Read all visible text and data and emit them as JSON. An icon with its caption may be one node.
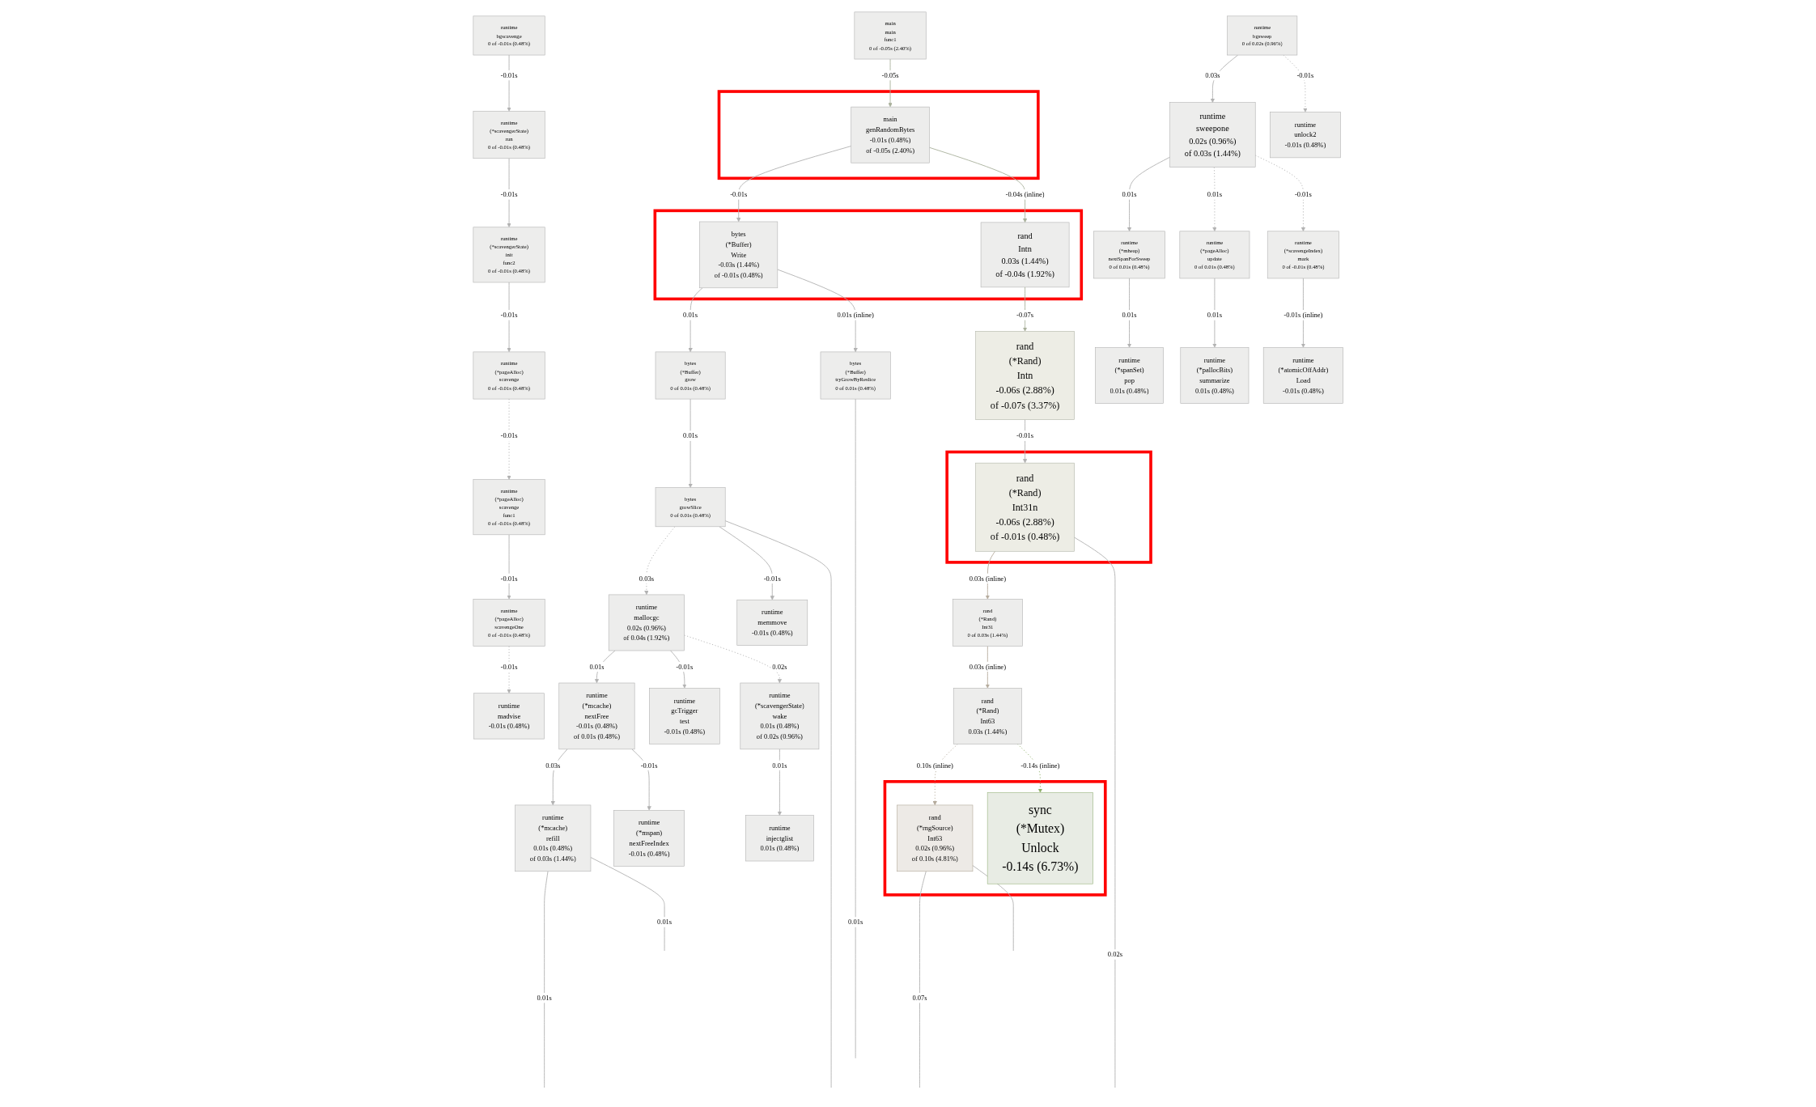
{
  "diagram": {
    "nodes": [
      {
        "text": [
          "main",
          "main",
          "func1",
          "0 of -0.05s (2.40%)"
        ]
      },
      {
        "text": [],
        "shape": "box"
      },
      {
        "text": [
          "main",
          "genRandomBytes",
          "-0.01s (0.48%)",
          "of -0.05s (2.40%)"
        ],
        "in": 1
      },
      {
        "text": [],
        "shape": "box"
      },
      {
        "text": [
          "bytes",
          "(*Buffer)",
          "Write",
          "-0.03s (1.44%)",
          "of -0.01s (0.48%)"
        ],
        "in": 3
      },
      {
        "text": [
          "rand",
          "Intn",
          "0.03s (1.44%)",
          "of -0.04s (1.92%)"
        ],
        "in": 3
      },
      {
        "text": [
          "runtime",
          "bgsweep",
          "0 of 0.02s (0.96%)"
        ]
      },
      {
        "text": [
          "runtime",
          "sweepone",
          "0.02s (0.96%)",
          "of 0.03s (1.44%)"
        ]
      },
      {
        "text": [
          "runtime",
          "unlock2",
          "-0.01s (0.48%)"
        ]
      },
      {
        "text": [
          "runtime",
          "bgscavenge",
          "0 of -0.01s (0.48%)"
        ]
      },
      {
        "text": [
          "runtime",
          "(*scavengerState)",
          "run",
          "0 of -0.01s (0.48%)"
        ]
      },
      {
        "text": [
          "runtime",
          "(*scavengerState)",
          "init",
          "func2",
          "0 of -0.01s (0.48%)"
        ]
      },
      {
        "text": [
          "bytes",
          "(*Buffer)",
          "grow",
          "0 of 0.01s (0.48%)"
        ]
      },
      {
        "text": [
          "bytes",
          "(*Buffer)",
          "tryGrowByReslice",
          "0 of 0.01s (0.48%)"
        ]
      },
      {
        "text": [
          "rand",
          "(*Rand)",
          "Intn",
          "-0.06s (2.88%)",
          "of -0.07s (3.37%)"
        ]
      },
      {
        "text": [
          "runtime",
          "(*mheap)",
          "nextSpanForSweep",
          "0 of 0.01s (0.48%)"
        ]
      },
      {
        "text": [
          "runtime",
          "(*pageAlloc)",
          "update",
          "0 of 0.01s (0.48%)"
        ]
      },
      {
        "text": [
          "runtime",
          "(*scavengeIndex)",
          "mark",
          "0 of -0.01s (0.48%)"
        ]
      },
      {
        "text": [
          "runtime",
          "(*spanSet)",
          "pop",
          "0.01s (0.48%)"
        ]
      },
      {
        "text": [
          "runtime",
          "(*pallocBits)",
          "summarize",
          "0.01s (0.48%)"
        ]
      },
      {
        "text": [
          "runtime",
          "(*atomicOffAddr)",
          "Load",
          "-0.01s (0.48%)"
        ]
      },
      {
        "text": [
          "runtime",
          "(*pageAlloc)",
          "scavenge",
          "0 of -0.01s (0.48%)"
        ]
      },
      {
        "text": [],
        "shape": "box"
      },
      {
        "text": [
          "rand",
          "(*Rand)",
          "Int31n",
          "-0.06s (2.88%)",
          "of -0.01s (0.48%)"
        ],
        "in": 22
      },
      {
        "text": [
          "bytes",
          "growSlice",
          "0 of 0.01s (0.48%)"
        ]
      },
      {
        "text": [
          "runtime",
          "(*pageAlloc)",
          "scavenge",
          "func1",
          "0 of -0.01s (0.48%)"
        ]
      },
      {
        "text": [
          "runtime",
          "mallocgc",
          "0.02s (0.96%)",
          "of 0.04s (1.92%)"
        ]
      },
      {
        "text": [
          "runtime",
          "memmove",
          "-0.01s (0.48%)"
        ]
      },
      {
        "text": [
          "rand",
          "(*Rand)",
          "Int31",
          "0 of 0.03s (1.44%)"
        ]
      },
      {
        "text": [
          "runtime",
          "(*pageAlloc)",
          "scavengeOne",
          "0 of -0.01s (0.48%)"
        ]
      },
      {
        "text": [
          "runtime",
          "(*mcache)",
          "nextFree",
          "-0.01s (0.48%)",
          "of 0.01s (0.48%)"
        ]
      },
      {
        "text": [
          "runtime",
          "gcTrigger",
          "test",
          "-0.01s (0.48%)"
        ]
      },
      {
        "text": [
          "runtime",
          "(*scavengerState)",
          "wake",
          "0.01s (0.48%)",
          "of 0.02s (0.96%)"
        ]
      },
      {
        "text": [
          "rand",
          "(*Rand)",
          "Int63",
          "0.03s (1.44%)"
        ]
      },
      {
        "text": [
          "runtime",
          "madvise",
          "-0.01s (0.48%)"
        ]
      },
      {
        "text": [],
        "shape": "box"
      },
      {
        "text": [
          "runtime",
          "(*mcache)",
          "refill",
          "0.01s (0.48%)",
          "of 0.03s (1.44%)"
        ]
      },
      {
        "text": [
          "runtime",
          "(*mspan)",
          "nextFreeIndex",
          "-0.01s (0.48%)"
        ]
      },
      {
        "text": [
          "runtime",
          "injectglist",
          "0.01s (0.48%)"
        ]
      },
      {
        "text": [
          "rand",
          "(*rngSource)",
          "Int63",
          "0.02s (0.96%)",
          "of 0.10s (4.81%)"
        ],
        "in": 35
      },
      {
        "text": [
          "sync",
          "(*Mutex)",
          "Unlock",
          "-0.14s (6.73%)"
        ],
        "in": 35
      }
    ],
    "edges": [
      {
        "from": 0,
        "to": 2,
        "arrow": "to",
        "label": "-0.05s",
        "color": "#a9b19c"
      },
      {
        "from": 2,
        "to": 4,
        "arrow": "to",
        "label": "-0.01s"
      },
      {
        "from": 2,
        "to": 5,
        "arrow": "to",
        "label": "-0.04s (inline)",
        "color": "#a9b19c"
      },
      {
        "from": 5,
        "to": 14,
        "arrow": "to",
        "label": "-0.07s",
        "color": "#a9b19c"
      },
      {
        "from": 14,
        "to": 23,
        "arrow": "to",
        "label": "-0.01s"
      },
      {
        "from": 6,
        "to": 7,
        "arrow": "to",
        "label": "0.03s"
      },
      {
        "from": 6,
        "to": 8,
        "arrow": "to",
        "label": "-0.01s",
        "style": "dashed"
      },
      {
        "from": 7,
        "to": 15,
        "arrow": "to",
        "label": "0.01s"
      },
      {
        "from": 7,
        "to": 16,
        "arrow": "to",
        "label": "0.01s",
        "style": "dashed"
      },
      {
        "from": 7,
        "to": 17,
        "arrow": "to",
        "label": "-0.01s",
        "style": "dashed"
      },
      {
        "from": 15,
        "to": 18,
        "arrow": "to",
        "label": "0.01s"
      },
      {
        "from": 16,
        "to": 19,
        "arrow": "to",
        "label": "0.01s"
      },
      {
        "from": 17,
        "to": 20,
        "arrow": "to",
        "label": "-0.01s (inline)"
      },
      {
        "from": 9,
        "to": 10,
        "arrow": "to",
        "label": "-0.01s"
      },
      {
        "from": 10,
        "to": 11,
        "arrow": "to",
        "label": "-0.01s"
      },
      {
        "from": 11,
        "to": 21,
        "arrow": "to",
        "label": "-0.01s"
      },
      {
        "from": 21,
        "to": 25,
        "arrow": "to",
        "label": "-0.01s",
        "style": "dashed"
      },
      {
        "from": 25,
        "to": 29,
        "arrow": "to",
        "label": "-0.01s"
      },
      {
        "from": 29,
        "to": 34,
        "arrow": "to",
        "label": "-0.01s",
        "style": "dashed"
      },
      {
        "from": 4,
        "to": 12,
        "arrow": "to",
        "label": "0.01s"
      },
      {
        "from": 4,
        "to": 13,
        "arrow": "to",
        "label": "0.01s (inline)"
      },
      {
        "from": 12,
        "to": 24,
        "arrow": "to",
        "label": "0.01s"
      },
      {
        "from": 24,
        "to": 26,
        "arrow": "to",
        "label": "0.03s",
        "style": "dashed"
      },
      {
        "from": 24,
        "to": 27,
        "arrow": "to",
        "label": "-0.01s"
      },
      {
        "from": 24,
        "to": null,
        "arrow": "none"
      },
      {
        "from": 26,
        "to": 30,
        "arrow": "to",
        "label": "0.01s"
      },
      {
        "from": 26,
        "to": 31,
        "arrow": "to",
        "label": "-0.01s"
      },
      {
        "from": 26,
        "to": 32,
        "arrow": "to",
        "label": "0.02s",
        "style": "dashed"
      },
      {
        "from": 30,
        "to": 36,
        "arrow": "to",
        "label": "0.03s"
      },
      {
        "from": 30,
        "to": 37,
        "arrow": "to",
        "label": "-0.01s"
      },
      {
        "from": 32,
        "to": 38,
        "arrow": "to",
        "label": "0.01s"
      },
      {
        "from": 23,
        "to": 28,
        "arrow": "to",
        "label": "0.03s (inline)",
        "color": "#b5ab9c"
      },
      {
        "from": 28,
        "to": 33,
        "arrow": "to",
        "label": "0.03s (inline)",
        "color": "#b5ab9c"
      },
      {
        "from": 33,
        "to": 39,
        "arrow": "to",
        "label": "0.10s (inline)",
        "style": "dashed",
        "color": "#b5ab9c"
      },
      {
        "from": 33,
        "to": 40,
        "arrow": "to",
        "label": "-0.14s (inline)",
        "style": "dashed",
        "color": "#8fb069"
      },
      {
        "from": 23,
        "to": null,
        "arrow": "none",
        "label": "0.02s"
      },
      {
        "from": 13,
        "to": null,
        "arrow": "none",
        "label": "0.01s"
      },
      {
        "from": 36,
        "to": null,
        "arrow": "none",
        "label": "0.01s"
      },
      {
        "from": 36,
        "to": null,
        "arrow": "none",
        "label": "0.01s"
      },
      {
        "from": 39,
        "to": null,
        "arrow": "none",
        "label": "0.07s"
      },
      {
        "from": 39,
        "to": null,
        "arrow": "none"
      }
    ]
  }
}
